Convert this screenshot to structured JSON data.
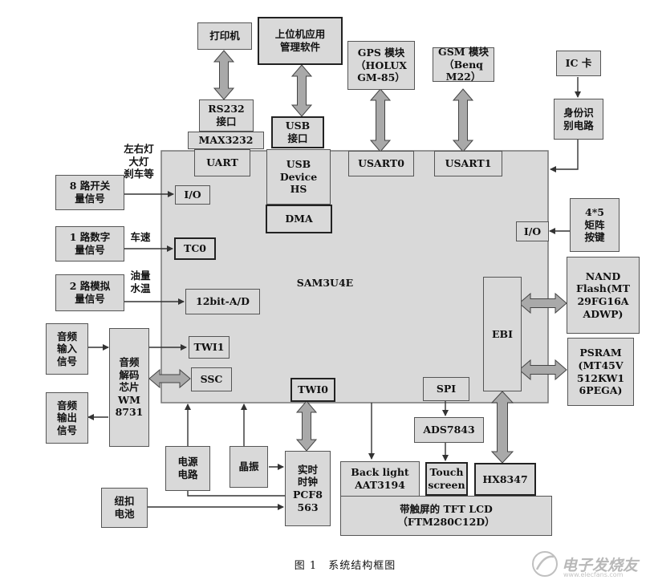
{
  "blocks": {
    "printer": "打印机",
    "host_app": "上位机应用\n管理软件",
    "gps": "GPS 模块\n（HOLUX\nGM-85）",
    "gsm": "GSM 模块\n（Benq M22）",
    "ic_card": "IC 卡",
    "id_circuit": "身份识\n别电路",
    "rs232": "RS232\n接口",
    "max3232": "MAX3232",
    "uart": "UART",
    "usb_port": "USB\n接口",
    "usb_device": "USB\nDevice\nHS",
    "dma": "DMA",
    "usart0": "USART0",
    "usart1": "USART1",
    "switch_signal": "8 路开关\n量信号",
    "io_left": "I/O",
    "digital_signal": "1 路数字\n量信号",
    "tc0": "TC0",
    "analog_signal": "2 路模拟\n量信号",
    "adc": "12bit-A/D",
    "audio_in": "音频\n输入\n信号",
    "audio_codec": "音频\n解码\n芯片\nWM\n8731",
    "audio_out": "音频\n输出\n信号",
    "twi1": "TWI1",
    "ssc": "SSC",
    "twi0": "TWI0",
    "spi": "SPI",
    "ebi": "EBI",
    "io_right": "I/O",
    "keypad": "4*5\n矩阵\n按键",
    "nand": "NAND\nFlash(MT\n29FG16A\nADWP)",
    "psram": "PSRAM\n(MT45V\n512KW1\n6PEGA)",
    "ads7843": "ADS7843",
    "power": "电源\n电路",
    "crystal": "晶振",
    "rtc": "实时\n时钟\nPCF8\n563",
    "backlight": "Back light\nAAT3194",
    "touch": "Touch\nscreen",
    "hx8347": "HX8347",
    "tft_lcd": "带触屏的 TFT LCD\n（FTM280C12D）",
    "coin_battery": "纽扣\n电池"
  },
  "labels": {
    "mcu": "SAM3U4E",
    "lights": "左右灯\n大灯\n刹车等",
    "speed": "车速",
    "oil_temp": "油量\n水温",
    "caption": "图 1　系统结构框图",
    "watermark": "电子发烧友",
    "watermark_sub": "www.elecfans.com"
  },
  "colors": {
    "block_fill": "#d9d9d9",
    "arrow_fill": "#a9a9a9",
    "line": "#333333"
  },
  "icons": {
    "watermark_logo": "circle-swoosh-icon"
  }
}
